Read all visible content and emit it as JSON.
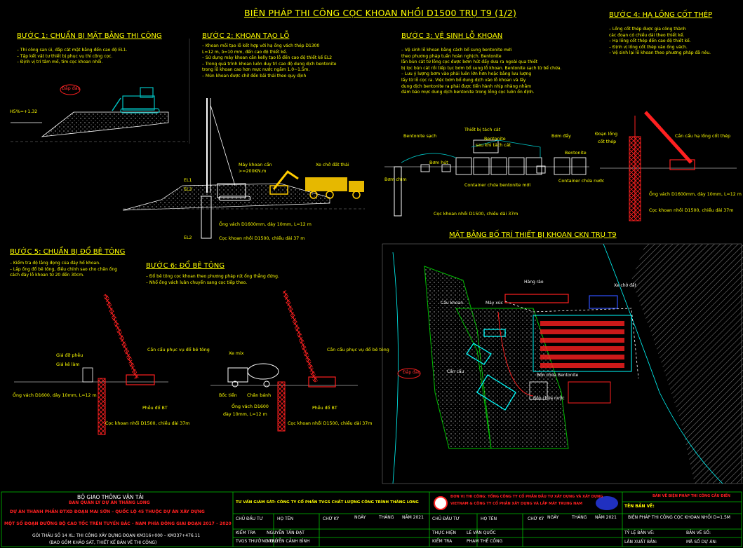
{
  "title": "BIỆN PHÁP THI CÔNG CỌC KHOAN NHỒI D1500 TRỤ T9 (1/2)",
  "plan_title": "MẶT BẰNG BỐ TRÍ THIẾT BỊ KHOAN CKN TRỤ T9",
  "steps": [
    {
      "heading": "BƯỚC 1: CHUẨN BỊ MẶT BẰNG THI CÔNG",
      "notes": [
        "– Thi công san ủi, đắp cát mặt bằng đến cao độ EL1.",
        "– Tập kết vật tư thiết bị phục vụ thi công cọc.",
        "– Định vị trí tâm mố, tim cọc khoan nhồi."
      ],
      "labels": {
        "fill": "Đắp đảo",
        "level": "H5%=+1.32"
      }
    },
    {
      "heading": "BƯỚC 2: KHOAN TẠO LỖ",
      "notes": [
        "– Khoan mồi tạo lỗ kết hợp với hạ ống vách thép D1300",
        "  L=12 m, δ=10 mm, đến cao độ thiết kế.",
        "– Sử dụng máy khoan cần kelly tạo lỗ đến cao độ thiết kế EL2",
        "– Trong quá trình khoan luôn duy trì cao độ dung dịch bentonite",
        "  trong lỗ khoan cao hơn mực nước ngầm 1.0~1.5m.",
        "– Mùn khoan được chở đến bãi thải theo quy định"
      ],
      "labels": {
        "rig": "Máy khoan cần",
        "rig_torque": ">=200KN.m",
        "truck": "Xe chở đất thải",
        "casing": "Ống vách D1600mm, dày 10mm, L=12 m",
        "pile": "Cọc khoan nhồi D1500, chiều dài 37 m"
      }
    },
    {
      "heading": "BƯỚC 3: VỆ SINH LỖ KHOAN",
      "notes": [
        "– Vệ sinh lỗ khoan bằng cách bổ sung bentonite mới",
        "  theo phương pháp tuần hoàn nghịch. Bentonite",
        "  lẫn bùn cát từ lỗng cọc được bơm hút đẩy dưa ra ngoài qua thiết",
        "  bị lọc bùn cát rồi tiếp tục bơm bổ sung lỗ khoan. Bentonite sạch từ bể chứa.",
        "– Lưu ý lượng bơm vào phải luôn lớn hơn  hoặc bằng lưu lượng",
        "  lấy từ lỗ cọc ra. Việc bơm bổ dung dịch vào lỗ khoan và lấy",
        "  dung dịch bentonite ra phải được tiến hành nhịp nhàng nhằm",
        "  đảm bảo mực dung dịch bentonite trong lỗng cọc luôn ổn định."
      ],
      "labels": {
        "clean": "Bentonite sạch",
        "separator": "Thiết bị tách cát",
        "reuse": "Bentonite",
        "reuse2": "sau khi tách cát",
        "pump_in": "Bơm hút",
        "pump_out": "Bơm đẩy",
        "pump2": "Bơm chìm",
        "bentonite": "Bentonite",
        "container1": "Container chứa bentonite mới",
        "container2": "Container chứa nước",
        "pile": "Cọc khoan nhồi D1500, chiều dài 37m"
      }
    },
    {
      "heading": "BƯỚC 4: HẠ LỒNG CỐT THÉP",
      "notes": [
        "– Lồng cốt thép được gia công thành",
        "  các đoạn có chiều dài theo thiết kế.",
        "– Hạ lồng cốt thép đến cao độ thiết kế.",
        "– Định vị lồng cốt thép vào ống vách.",
        "– Vệ sinh lại lỗ khoan theo phương pháp đã nêu."
      ],
      "labels": {
        "cage": "Đoạn lồng",
        "cage2": "cốt thép",
        "crane": "Cần cẩu hạ lồng cốt thép",
        "casing": "Ống vách D1600mm, dày 10mm, L=12 m",
        "pile": "Cọc khoan nhồi D1500, chiều dài 37m"
      }
    },
    {
      "heading": "BƯỚC 5: CHUẨN BỊ ĐỔ BÊ TÔNG",
      "notes": [
        "– Kiểm tra độ lắng đọng của đáy hố khoan.",
        "– Lắp ống đổ bê tông, điều chỉnh sao cho chân ống",
        "  cách đáy lỗ khoan từ 20 đến 30cm."
      ],
      "labels": {
        "hopper": "Giá đỡ phễu",
        "frame": "Giá kê làm",
        "crane": "Cần cẩu phục vụ đổ bê tông",
        "casing": "Ống vách D1600, dày 10mm, L=12 m",
        "tremie": "Phễu đổ BT",
        "pile": "Cọc khoan nhồi D1500, chiều dài 37m"
      }
    },
    {
      "heading": "BƯỚC 6: ĐỔ BÊ TÔNG",
      "notes": [
        "– Đổ bê tông cọc khoan theo phương pháp rút ống thẳng đứng.",
        "– Nhổ ống vách luân chuyển sang cọc tiếp theo."
      ],
      "labels": {
        "mixer": "Xe mix",
        "cement": "Chân bánh",
        "steel": "Bốc tiền",
        "casing": "Ống vách D1600",
        "casing2": "dày 10mm, L=12 m",
        "crane": "Cần cẩu phục vụ đổ bê tông",
        "tremie": "Phễu đổ BT",
        "pile": "Cọc khoan nhồi D1500, chiều dài 37m"
      }
    }
  ],
  "elevations": [
    "EL1",
    "EL2",
    "EL3"
  ],
  "plan_labels": {
    "crane": "Cẩu khoan",
    "drill": "Máy xúc",
    "fence": "Hàng rào",
    "truck": "Xe chở đất",
    "pump": "Cần cẩu",
    "fill": "Đắp đảo",
    "bentonite": "Bồn chứa Bentonite",
    "water": "Bồn chứa nước"
  },
  "titleblock": {
    "owner1": "BỘ GIAO THÔNG VẬN TẢI",
    "owner2": "BAN QUẢN LÝ DỰ ÁN THĂNG LONG",
    "project": "DỰ ÁN THÀNH PHẦN ĐTXD ĐOẠN MAI SƠN – QUỐC LỘ 45 THUỘC DỰ ÁN XÂY DỰNG",
    "project2": "MỘT SỐ ĐOẠN ĐƯỜNG BỘ CAO TỐC TRÊN TUYẾN BẮC – NAM PHÍA ĐÔNG GIAI ĐOẠN 2017 – 2020",
    "package": "GÓI THẦU SỐ 14 XL: THI CÔNG XÂY DỰNG ĐOẠN KM316+000 – KM337+476.11",
    "package2": "(BAO GỒM KHẢO SÁT, THIẾT KẾ BẢN VẼ THI CÔNG)",
    "consult": "TƯ VẤN GIÁM SÁT: CÔNG TY CỔ PHẦN TVGS CHẤT LƯỢNG CÔNG TRÌNH THĂNG LONG",
    "contractor": "ĐƠN VỊ THI CÔNG: TỔNG CÔNG TY CỔ PHẦN ĐẦU TƯ XÂY DỰNG VÀ XÂY DỰNG",
    "contractor2": "VIETNAM & CÔNG TY CỔ PHẦN XÂY DỰNG VÀ LẮP MÁY TRUNG NAM",
    "roles": [
      "CHỦ ĐẦU TƯ",
      "KIỂM TRA",
      "TVGS THƯỜNG TRÚ"
    ],
    "names": [
      "HỌ TÊN",
      "NGUYỄN TẤN ĐẠT",
      "NGUYỄN CẢNH BÌNH"
    ],
    "sign": "CHỮ KÝ",
    "date_labels": [
      "NGÀY",
      "THÁNG",
      "NĂM 2021"
    ],
    "roles2": [
      "CHỦ ĐẦU TƯ",
      "THỰC HIỆN",
      "KIỂM TRA"
    ],
    "names2": [
      "HỌ TÊN",
      "LÊ VĂN QUỐC",
      "PHẠM THẾ CÔNG"
    ],
    "drawing_header": "BẢN VẼ BIỆN PHÁP THI CÔNG CẦU ĐIỂN",
    "drawing_name_label": "TÊN BẢN VẼ:",
    "drawing_name": "BIỆN PHÁP THI CÔNG CỌC KHOAN NHỒI D=1.5M",
    "scale_label": "TỶ LỆ BẢN VẼ:",
    "sheet_label": "BẢN VẼ SỐ:",
    "issue_label": "LẦN XUẤT BẢN:",
    "code_label": "MÃ SỐ DỰ ÁN:"
  },
  "colors": {
    "yellow": "#ffff00",
    "white": "#ffffff",
    "cyan": "#00ffff",
    "red": "#ff2020",
    "green": "#00c000"
  }
}
